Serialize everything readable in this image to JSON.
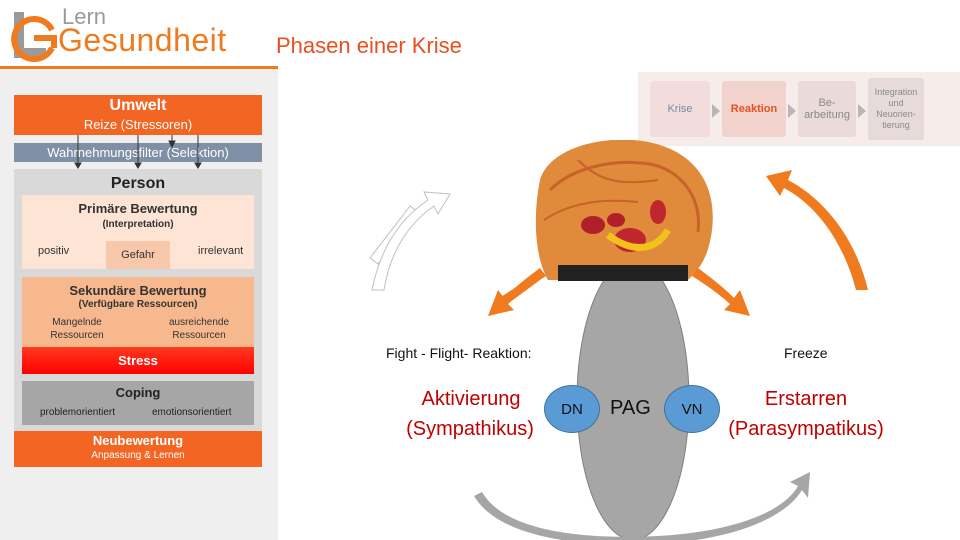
{
  "logo": {
    "top": "Lern",
    "bottom": "Gesundheit"
  },
  "title": "Phasen einer Krise",
  "model": {
    "umwelt": {
      "title": "Umwelt",
      "subtitle": "Reize (Stressoren)"
    },
    "filter": "Wahrnehmungsfilter (Selektion)",
    "person": "Person",
    "primary": {
      "title": "Primäre Bewertung",
      "subtitle": "(Interpretation)",
      "left": "positiv",
      "middle": "Gefahr",
      "right": "irrelevant"
    },
    "secondary": {
      "title": "Sekundäre Bewertung",
      "subtitle": "(Verfügbare Ressourcen)",
      "left_l1": "Mangelnde",
      "left_l2": "Ressourcen",
      "right_l1": "ausreichende",
      "right_l2": "Ressourcen"
    },
    "stress": "Stress",
    "coping": {
      "title": "Coping",
      "left": "problemorientiert",
      "right": "emotionsorientiert"
    },
    "neubewertung": {
      "title": "Neubewertung",
      "subtitle": "Anpassung & Lernen"
    }
  },
  "crisis_steps": [
    {
      "l1": "Krise",
      "l2": "",
      "l3": ""
    },
    {
      "l1": "Reaktion",
      "l2": "",
      "l3": ""
    },
    {
      "l1": "Be-",
      "l2": "arbeitung",
      "l3": ""
    },
    {
      "l1": "Integration",
      "l2": "und",
      "l3": "Neuorien-",
      "l4": "tierung"
    }
  ],
  "reaction": {
    "fight_label": "Fight - Flight- Reaktion:",
    "freeze_label": "Freeze",
    "activation_l1": "Aktivierung",
    "activation_l2": "(Sympathikus)",
    "freezing_l1": "Erstarren",
    "freezing_l2": "(Parasympatikus)",
    "dn": "DN",
    "pag": "PAG",
    "vn": "VN"
  },
  "colors": {
    "orange": "#f07a1e",
    "title_orange": "#e8501f",
    "umwelt": "#f26522",
    "filter": "#7f8fa6",
    "stress_red": "#ff0000",
    "coping_gray": "#a6a6a6",
    "circle_blue": "#5b9bd5",
    "accent_red": "#c00000"
  }
}
